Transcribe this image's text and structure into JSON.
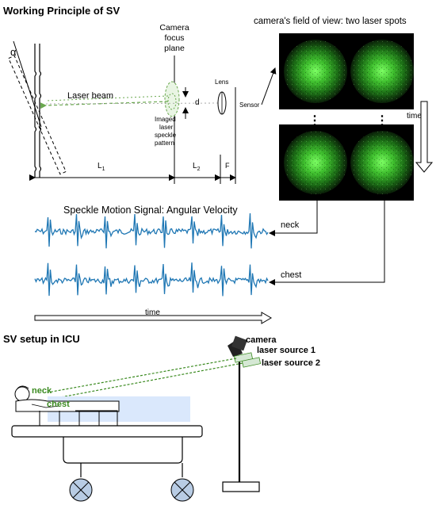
{
  "titles": {
    "working_principle": "Working Principle of SV",
    "setup_icu": "SV setup in ICU"
  },
  "principle": {
    "alpha": "α",
    "camera_focus_plane": [
      "Camera",
      "focus",
      "plane"
    ],
    "laser_beam": "Laser beam",
    "d": "d",
    "lens": "Lens",
    "sensor": "Sensor",
    "imaged_pattern": [
      "Imaged",
      "laser",
      "speckle",
      "pattern"
    ],
    "l1_base": "L",
    "l1_sub": "1",
    "l2_base": "L",
    "l2_sub": "2",
    "f": "F"
  },
  "camera_view": {
    "title": "camera's field of view: two laser spots",
    "ellipsis": "⋮",
    "time": "time"
  },
  "signal": {
    "title": "Speckle Motion Signal: Angular Velocity",
    "neck": "neck",
    "chest": "chest",
    "time": "time",
    "color": "#1f77b4"
  },
  "setup": {
    "camera": "camera",
    "laser_source_1": "laser source 1",
    "laser_source_2": "laser source 2",
    "neck": "neck",
    "chest": "chest",
    "laser_color": "#3a8a1f",
    "laser_box_color": "#d5e8d4",
    "mattress_color": "#dae8fc",
    "wheel_color": "#b8cce4"
  }
}
